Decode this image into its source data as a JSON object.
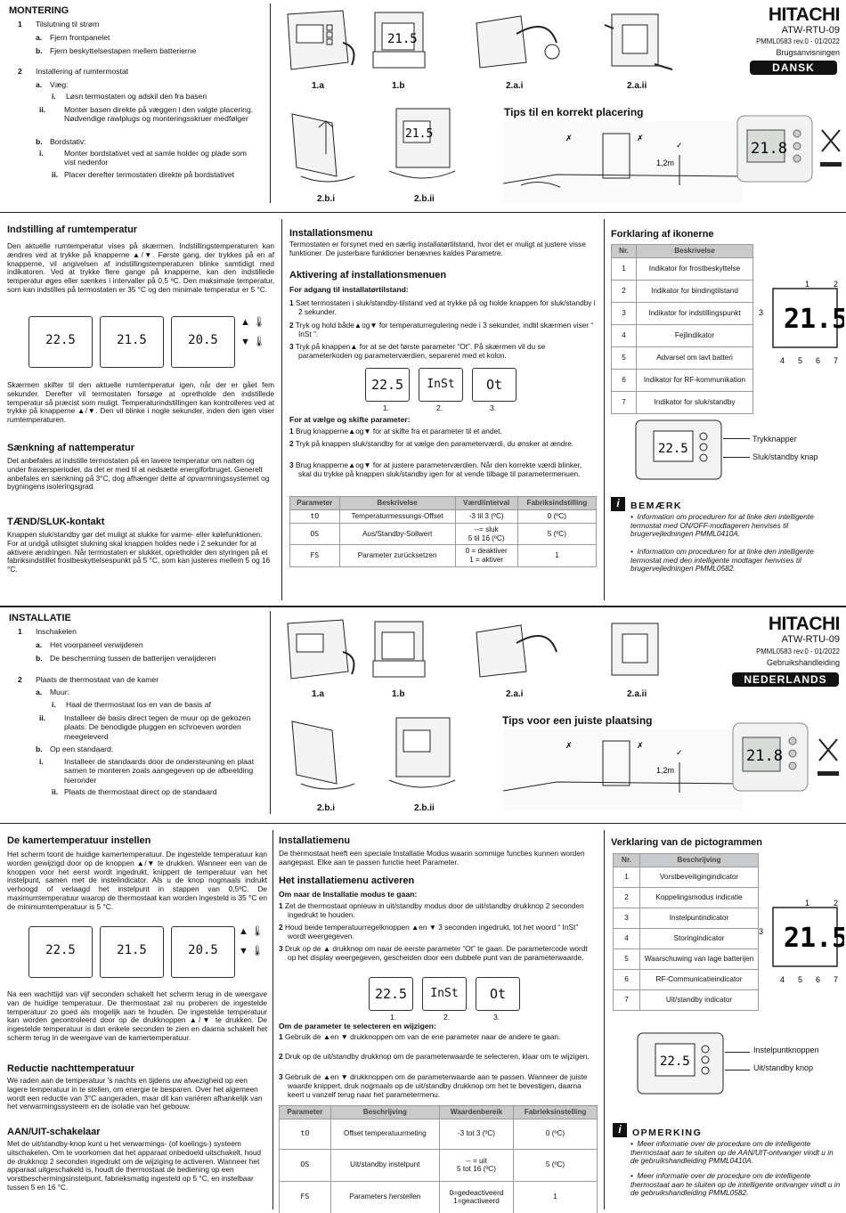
{
  "danish": {
    "montering": {
      "title": "MONTERING",
      "s1": "1",
      "s1_text": "Tilslutning til strøm",
      "s1a": "Fjern frontpanelet",
      "s1b": "Fjern beskyttelsestapen mellem batterierne",
      "s2": "2",
      "s2_text": "Installering af rumtermostat",
      "s2a": "Væg:",
      "s2a_i": "Løsn termostaten og adskil den fra basen",
      "s2a_ii": "Monter basen direkte på væggen i den valgte placering. Nødvendige rawlplugs og monteringsskruer medfølger",
      "s2b": "Bordstativ:",
      "s2b_i": "Monter bordstativet ved at samle holder og plade som vist nedenfor",
      "s2b_ii": "Placer derefter termostaten direkte på bordstativet"
    },
    "fig_labels": [
      "1.a",
      "1.b",
      "2.a.i",
      "2.a.ii",
      "2.b.i",
      "2.b.ii"
    ],
    "tips": "Tips til en korrekt placering",
    "height": "1,2m",
    "header": {
      "brand": "HITACHI",
      "model": "ATW-RTU-09",
      "rev": "PMML0583 rev.0 - 01/2022",
      "doc": "Brugsanvisningen",
      "lang": "DANSK"
    },
    "indstilling": {
      "title": "Indstilling af rumtemperatur",
      "p1": "Den aktuelle rumtemperatur vises på skærmen. Indstillingstemperaturen kan ændres ved at trykke på knapperne ▲/▼. Første gang, der trykkes på en af knapperne, vil angivelsen af indstillingstemperaturen blinke samtidigt med indikatoren. Ved at trykke flere gange på knapperne, kan den indstillede temperatur øges eller sænkes i intervaller på 0,5 ºC. Den maksimale temperatur, som kan indstilles på termostaten er 35 °C og den minimale temperatur er 5 °C.",
      "p2": "Skærmen skifter til den aktuelle rumtemperatur igen, når der er gået fem sekunder. Derefter vil termostaten forsøge at opretholde den indstillede temperatur så præcist som muligt. Temperaturindstillingen kan kontrolleres ved at trykke på knapperne ▲/▼. Den vil blinke i nogle sekunder, inden den igen viser rumtemperaturen."
    },
    "natsaenkning": {
      "title": "Sænkning af nattemperatur",
      "p": "Det anbefales at indstille termostaten på en lavere temperatur om natten og under fraværsperioder, da det er med til at nedsætte energiforbruget. Generelt anbefales en sænkning på 3°C, dog afhænger dette af opvarmningssystemet og bygningens isoleringsgrad."
    },
    "taend": {
      "title": "TÆND/SLUK-kontakt",
      "p": "Knappen sluk/standby gør det muligt at slukke for varme- eller kølefunktionen. For at undgå utilsigtet slukning skal knappen holdes nede i 2 sekunder for at aktivere ændringen. Når termostaten er slukket, opretholder den styringen på et fabriksindstillet frostbeskyttelsespunkt på 5 °C, som kan justeres mellem 5 og 16 °C."
    },
    "installationsmenu": {
      "title": "Installationsmenu",
      "p": "Termostaten er forsynet med en særlig installatørtilstand, hvor det er muligt at justere visse funktioner. De justerbare funktioner benævnes kaldes Parametre.",
      "act_title": "Aktivering af installationsmenuen",
      "act_sub": "For adgang til installatørtilstand:",
      "s1": "Sæt termostaten i sluk/standby-tilstand ved at trykke på og holde knappen for sluk/standby i 2 sekunder.",
      "s2": "Tryk og hold både▲og▼ for temperaturregulering nede i 3 sekunder, indtil skærmen viser “ InSt ”.",
      "s3": "Tryk på knappen▲ for at se det første parameter “Ot”. På skærmen vil du se parameterkoden og parameterværdien, separeret med et kolon.",
      "disp_labels": [
        "1.",
        "2.",
        "3."
      ],
      "sel_title": "For at vælge og skifte parameter:",
      "t1": "Brug knapperne▲og▼ for at skifte fra et parameter til et andet.",
      "t2": "Tryk på knappen sluk/standby for at vælge den parameterværdi, du ønsker at ændre.",
      "t3": "Brug knapperne▲og▼ for at justere parameterværdien. Når den korrekte værdi blinker, skal du trykke på knappen sluk/standby igen for at vende tilbage til parametermenuen."
    },
    "param_table": {
      "headers": [
        "Parameter",
        "Beskrivelse",
        "Værdiinterval",
        "Fabriksindstilling"
      ],
      "rows": [
        [
          "tO",
          "Temperaturmessungs-Offset",
          "-3 til 3 (ºC)",
          "0 (ºC)"
        ],
        [
          "OS",
          "Aus/Standby-Sollwert",
          "--= sluk\n5 til 16 (ºC)",
          "5 (ºC)"
        ],
        [
          "FS",
          "Parameter zurücksetzen",
          "0 = deaktiver\n1 = aktiver",
          "1"
        ]
      ]
    },
    "ikoner": {
      "title": "Forklaring af ikonerne",
      "headers": [
        "Nr.",
        "Beskrivelse"
      ],
      "rows": [
        [
          "1",
          "Indikator for frostbeskyttelse"
        ],
        [
          "2",
          "Indikator for bindingtilstand"
        ],
        [
          "3",
          "Indikator for indstillingspunkt"
        ],
        [
          "4",
          "Fejlindikator"
        ],
        [
          "5",
          "Advarsel om lavt batteri"
        ],
        [
          "6",
          "Indikator for RF-kommunikation"
        ],
        [
          "7",
          "Indikator for sluk/standby"
        ]
      ],
      "btn1": "Trykknapper",
      "btn2": "Sluk/standby knap",
      "note_title": "BEMÆRK",
      "note1": "Information om proceduren for at linke den intelligente termostat med ON/OFF-modtageren henvises til brugervejledningen PMML0410A.",
      "note2": "Information om proceduren for at linke den intelligente termostat med den intelligente modtager henvises til brugervejledningen PMML0582."
    }
  },
  "dutch": {
    "montering": {
      "title": "INSTALLATIE",
      "s1": "1",
      "s1_text": "Inschakelen",
      "s1a": "Het voorpaneel verwijderen",
      "s1b": "De bescherming tussen de batterijen verwijderen",
      "s2": "2",
      "s2_text": "Plaats de thermostaat van de kamer",
      "s2a": "Muur:",
      "s2a_i": "Haal de thermostaat los en van de basis af",
      "s2a_ii": "Installeer de basis direct tegen de muur op de gekozen plaats. De benodigde pluggen en schroeven worden meegeleverd",
      "s2b": "Op een standaard:",
      "s2b_i": "Installeer de standaards door de ondersteuning en plaat samen te monteren zoals aangegeven op de afbeelding hieronder",
      "s2b_ii": "Plaats de thermostaat direct op de standaard"
    },
    "fig_labels": [
      "1.a",
      "1.b",
      "2.a.i",
      "2.a.ii",
      "2.b.i",
      "2.b.ii"
    ],
    "tips": "Tips voor een juiste plaatsing",
    "height": "1,2m",
    "header": {
      "brand": "HITACHI",
      "model": "ATW-RTU-09",
      "rev": "PMML0583 rev.0 - 01/2022",
      "doc": "Gebruikshandleiding",
      "lang": "NEDERLANDS"
    },
    "indstilling": {
      "title": "De kamertemperatuur instellen",
      "p1": "Het scherm toont de huidige kamertemperatuur. De ingestelde temperatuur kan worden gewijzigd door op de knoppen ▲/▼ te drukken. Wanneer een van de knoppen voor het eerst wordt ingedrukt, knippert de temperatuur van het instelpunt, samen met de instelindicator. Als u de knop nogmaals indrukt verhoogd of verlaagd het instelpunt in stappen van 0,5ºC. De maximumtemperatuur waarop de thermostaat kan worden ingesteld is 35 °C en de minimumtemperatuur is 5 °C.",
      "p2": "Na een wachttijd van vijf seconden schakelt het scherm terug in de weergave van de huidige temperatuur. De thermostaat zal nu proberen de ingestelde temperatuur zo goed als mogelijk aan te houden. De ingestelde temperatuur kan worden gecontroleerd door op de drukknoppen ▲/▼ te drukken. De ingestelde temperatuur is dan enkele seconden te zien en daarna schakelt het scherm terug in de weergave van de kamertemperatuur."
    },
    "natsaenkning": {
      "title": "Reductie nachttemperatuur",
      "p": "We raden aan de temperatuur 's nachts en tijdens uw afwezigheid op een lagere temperatuur in te stellen, om energie te besparen. Over het algemeen wordt een reductie van 3°C aangeraden, maar dit kan variëren afhankelijk van het verwarmingssysteem en de isolatie van het gebouw."
    },
    "taend": {
      "title": "AAN/UIT-schakelaar",
      "p": "Met de uit/standby-knop kunt u het verwarmings- (of koelings-) systeem uitschakelen. Om te voorkomen dat het apparaat onbedoeld uitschakelt, houd de drukknop 2 seconden ingedrukt om de wijziging te activeren. Wanneer het apparaat uitgeschakeld is, houdt de thermostaat de bediening op een vorstbeschermingsinstelpunt, fabrieksmatig ingesteld op 5 °C, en instelbaar tussen 5 en 16 °C."
    },
    "installationsmenu": {
      "title": "Installatiemenu",
      "p": "De thermostaat heeft een speciale Installatie Modus waarin sommige functies kunnen worden aangepast. Elke aan te passen functie heet Parameter.",
      "act_title": "Het installatiemenu activeren",
      "act_sub": "Om naar de Installatie modus te gaan:",
      "s1": "Zet de thermostaat opnieuw in uit/standby modus door de uit/standby drukknop 2 seconden ingedrukt te houden.",
      "s2": "Houd beide temperatuurregelknoppen ▲en ▼ 3 seconden ingedrukt, tot het woord “ InSt” wordt weergegeven.",
      "s3": "Druk op de ▲ drukknop om naar de eerste parameter “Ot” te gaan. De parametercode wordt op het display weergegeven, gescheiden door een dubbele punt van de parameterwaarde.",
      "disp_labels": [
        "1.",
        "2.",
        "3."
      ],
      "sel_title": "Om de parameter te selecteren en wijzigen:",
      "t1": "Gebruik de ▲en ▼ drukknoppen om van de ene parameter naar de andere te gaan.",
      "t2": "Druk op de uit/standby drukknop om de parameterwaarde te selecteren, klaar om te wijzigen.",
      "t3": "Gebruik de ▲en ▼ drukknoppen om de parameterwaarde aan te passen. Wanneer de juiste waarde knippert, druk nogmaals op de uit/standby drukknop om het te bevestigen, daarna keert u vanzelf terug naar het parametermenu."
    },
    "param_table": {
      "headers": [
        "Parameter",
        "Beschrijving",
        "Waardenbereik",
        "Fabrieksinstelling"
      ],
      "rows": [
        [
          "tO",
          "Offset temperatuurmeting",
          "-3 tot 3 (ºC)",
          "0 (ºC)"
        ],
        [
          "OS",
          "Uit/standby instelpunt",
          "-- = uit\n5 tot 16 (ºC)",
          "5 (ºC)"
        ],
        [
          "FS",
          "Parameters herstellen",
          "0=gedeactiveerd\n1=geactiveerd",
          "1"
        ]
      ]
    },
    "ikoner": {
      "title": "Verklaring van de pictogrammen",
      "headers": [
        "Nr.",
        "Beschrijving"
      ],
      "rows": [
        [
          "1",
          "Vorstbeveiligingindicator"
        ],
        [
          "2",
          "Koppelingsmodus indicatie"
        ],
        [
          "3",
          "Instelpuntindicator"
        ],
        [
          "4",
          "Storingindicator"
        ],
        [
          "5",
          "Waarschuwing van lage batterijen"
        ],
        [
          "6",
          "RF-Communicatieindicator"
        ],
        [
          "7",
          "Uit/standby indicator"
        ]
      ],
      "btn1": "Instelpuntknoppen",
      "btn2": "Uit/standby knop",
      "note_title": "OPMERKING",
      "note1": "Meer informatie over de procedure om de intelligente thermostaat aan te sluiten op de AAN/UIT-ontvanger vindt u in de gebruikshandleiding PMML0410A.",
      "note2": "Meer informatie over de procedure om de intelligente thermostaat aan te sluiten op de intelligente ontvanger vindt u in de gebruikshandleiding PMML0582."
    }
  },
  "display": {
    "temp1": "22.5",
    "temp2": "21.5",
    "temp3": "20.5",
    "big": "21.8",
    "inst": "InSt",
    "ot": "Ot",
    "bigicon": "21.5",
    "marks": [
      "1",
      "2",
      "3",
      "4",
      "5",
      "6",
      "7"
    ]
  }
}
